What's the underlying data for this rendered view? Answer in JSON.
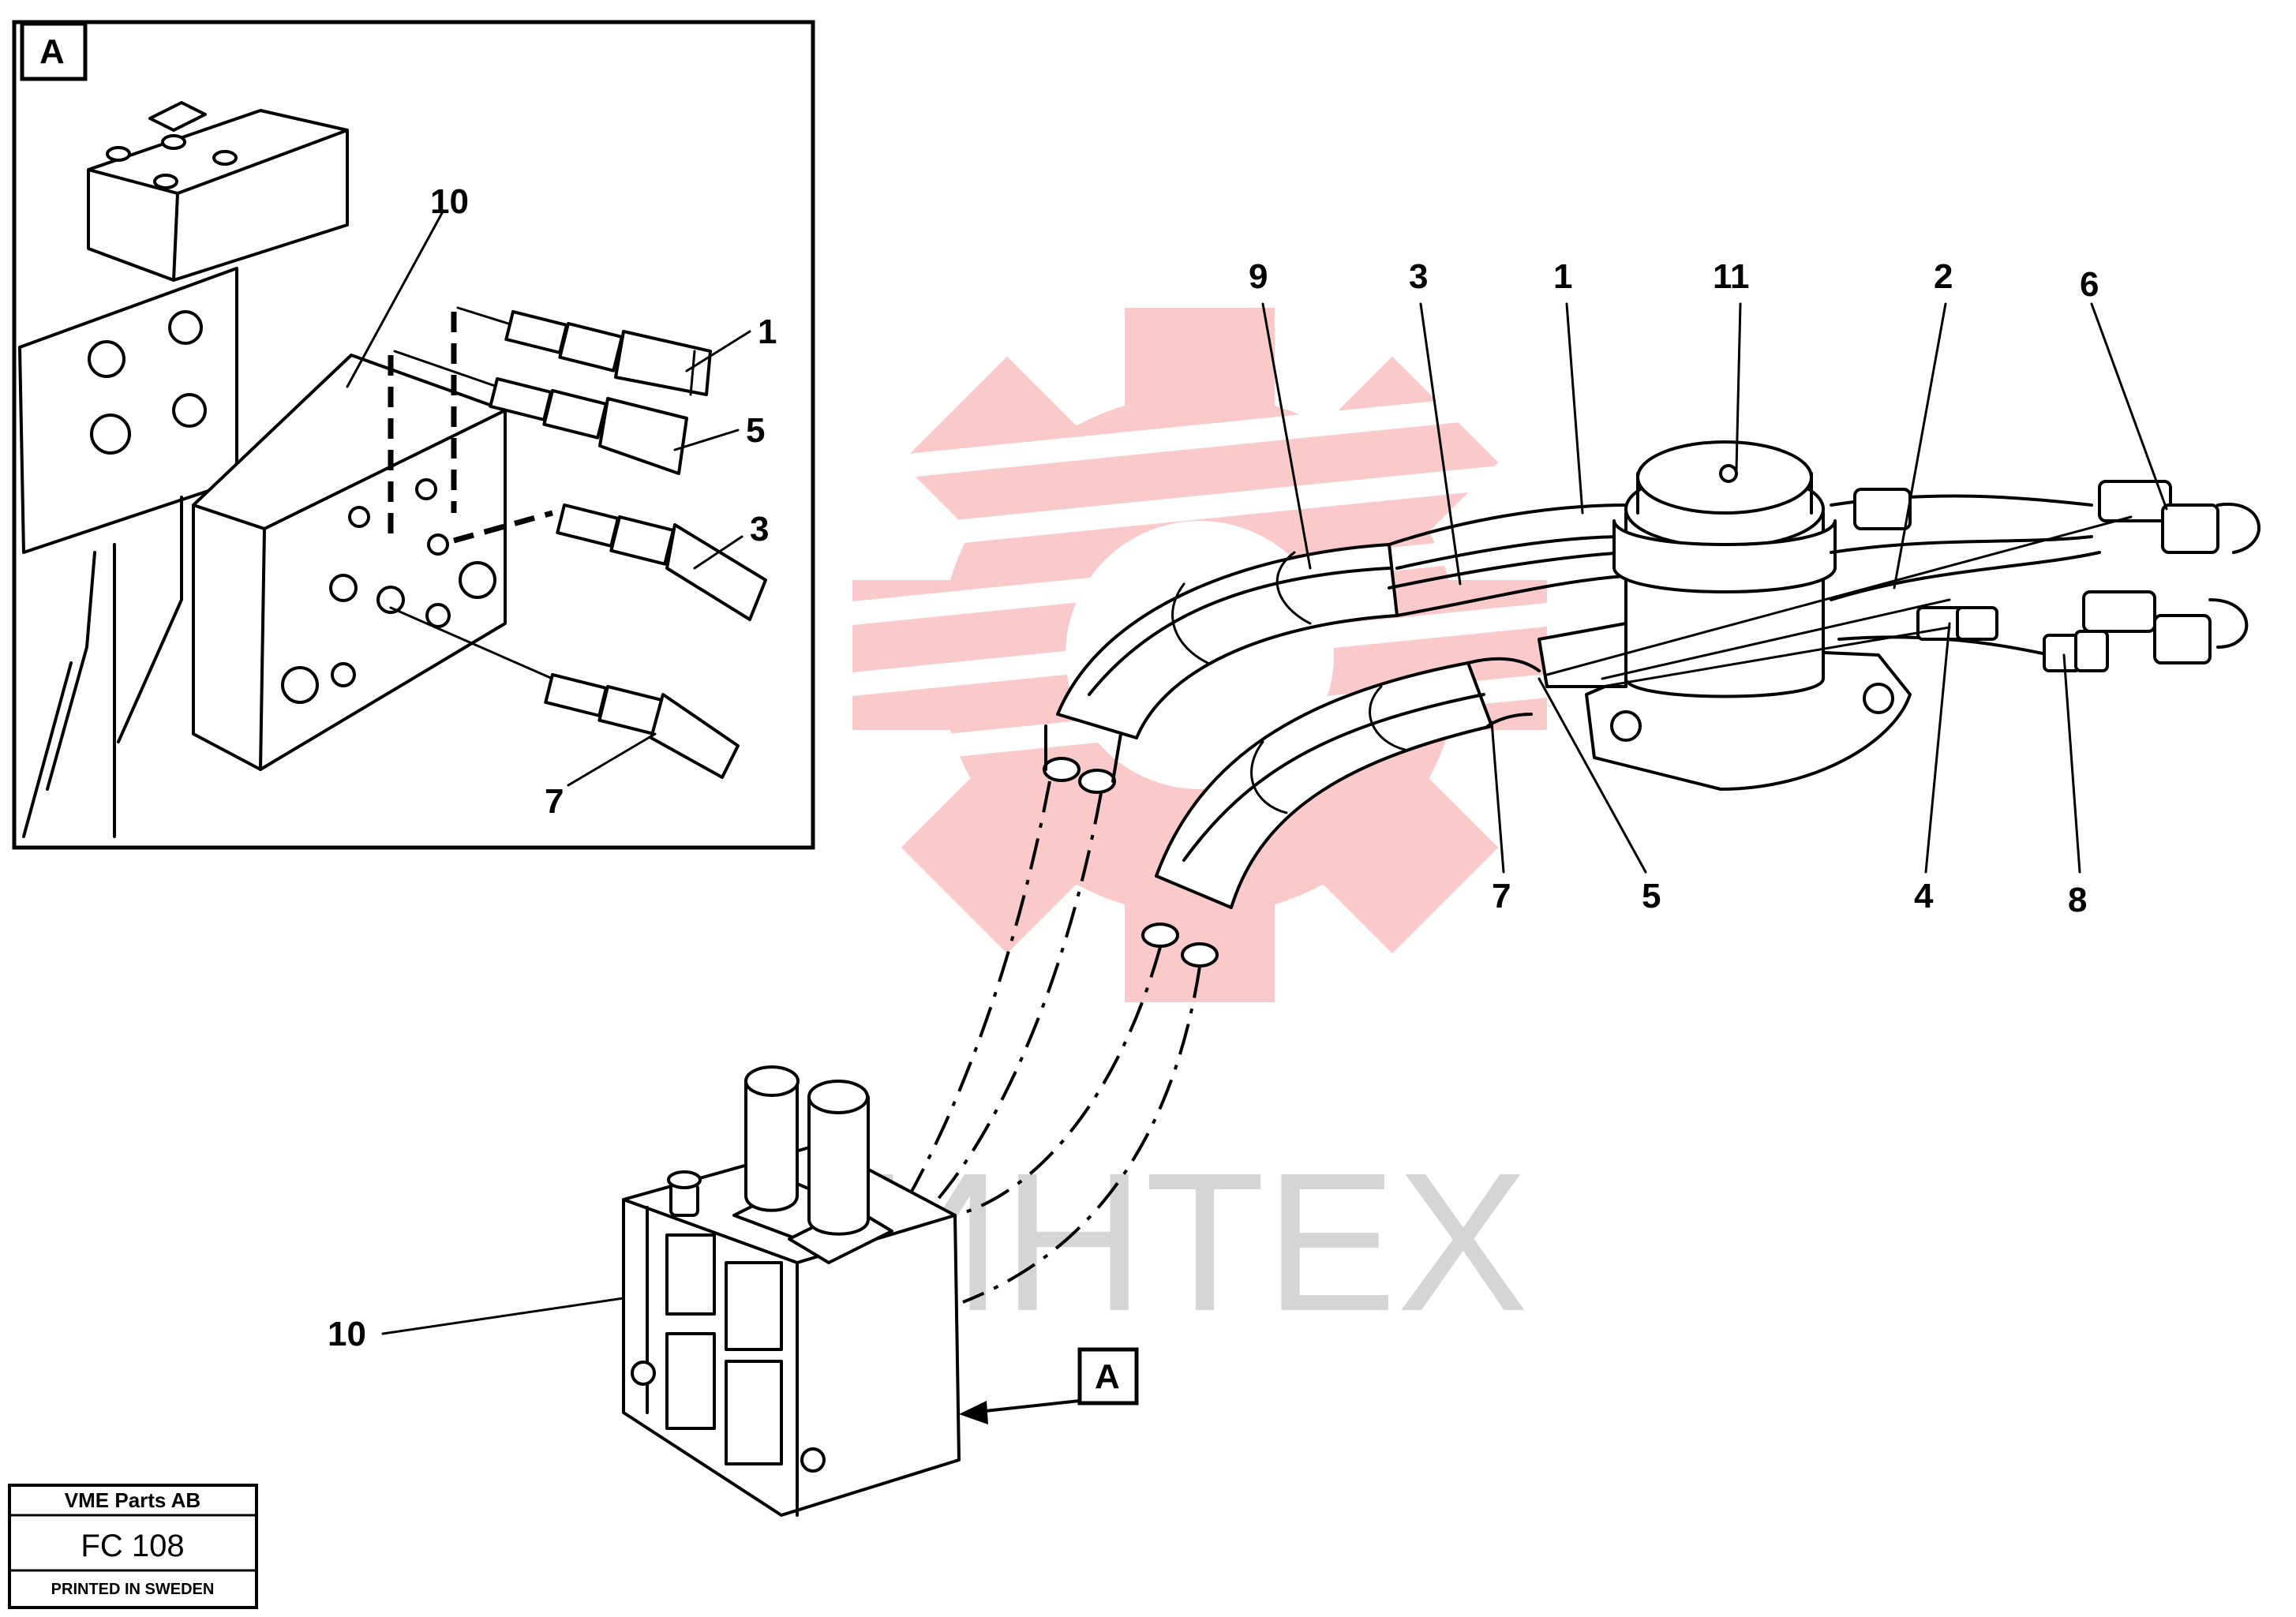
{
  "watermark": {
    "text": "ИНТЕХ",
    "gear_color": "#f04040"
  },
  "detail_view": {
    "label": "A",
    "callouts": [
      "10",
      "1",
      "5",
      "3",
      "7"
    ]
  },
  "main_view": {
    "callouts": [
      "9",
      "3",
      "1",
      "11",
      "2",
      "6",
      "7",
      "5",
      "4",
      "8",
      "10"
    ],
    "view_marker": "A"
  },
  "title_block": {
    "company": "VME Parts AB",
    "code": "FC 108",
    "printed": "PRINTED IN SWEDEN"
  }
}
